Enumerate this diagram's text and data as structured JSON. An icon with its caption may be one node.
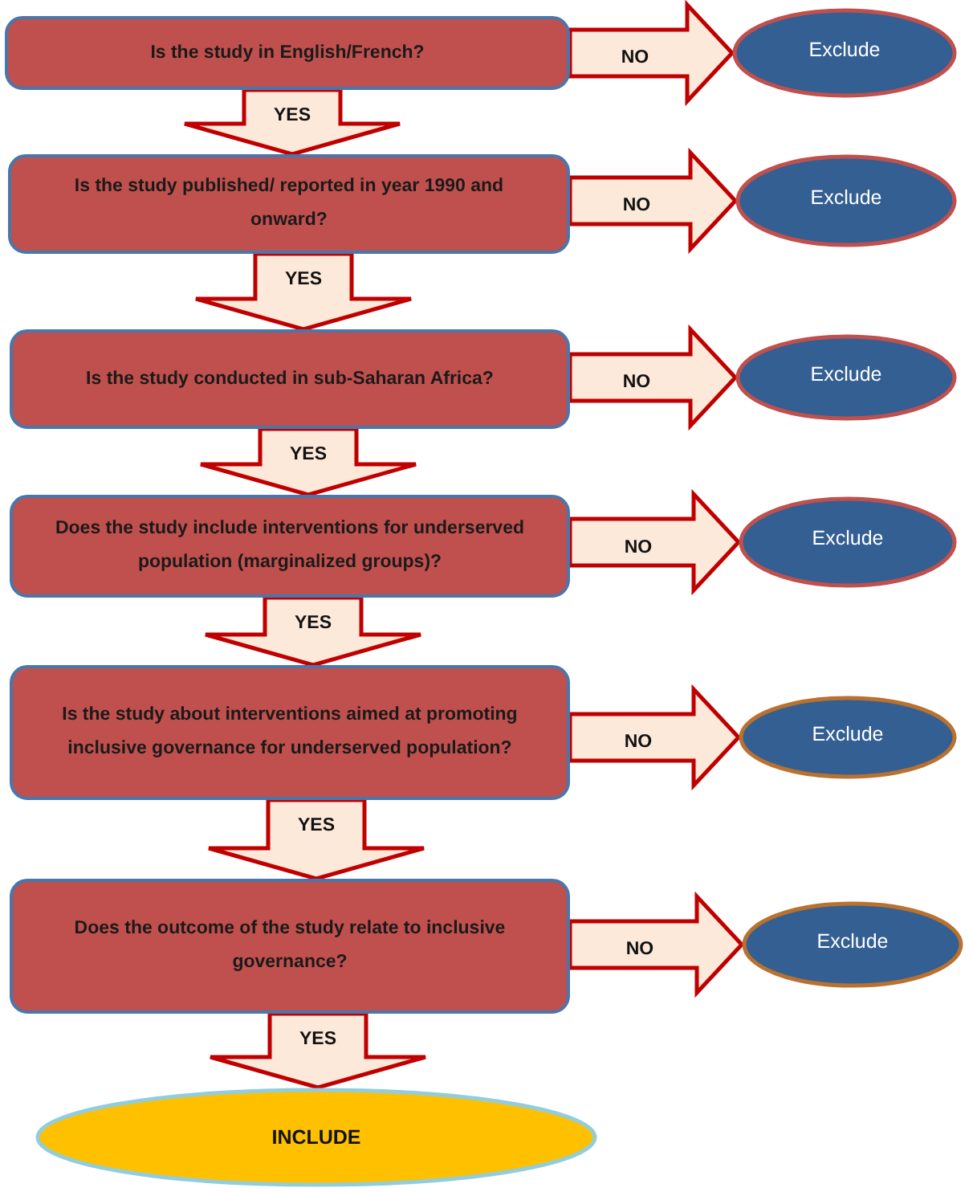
{
  "diagram": {
    "nodes": [
      {
        "text": [
          "Is the study in English/French?"
        ]
      },
      {
        "text": [
          "Exclude"
        ]
      },
      {
        "text": [
          "Is the study published/ reported in year 1990 and onward?"
        ]
      },
      {
        "text": [
          "Exclude"
        ]
      },
      {
        "text": [
          "Is the study conducted in sub-Saharan Africa?"
        ]
      },
      {
        "text": [
          "Exclude"
        ]
      },
      {
        "text": [
          "Does the study include interventions for underserved population (marginalized groups)?"
        ]
      },
      {
        "text": [
          "Exclude"
        ]
      },
      {
        "text": [
          "Is the study about interventions aimed at promoting inclusive governance for underserved population?"
        ]
      },
      {
        "text": [
          "Exclude"
        ]
      },
      {
        "text": [
          "Does the outcome of the study relate to inclusive governance?"
        ]
      },
      {
        "text": [
          "Exclude"
        ]
      },
      {
        "text": [
          "INCLUDE"
        ]
      }
    ],
    "edges": [
      {
        "from": 0,
        "to": 1,
        "arrow": "to",
        "label": "NO"
      },
      {
        "from": 0,
        "to": 2,
        "arrow": "to",
        "label": "YES"
      },
      {
        "from": 2,
        "to": 3,
        "arrow": "to",
        "label": "NO"
      },
      {
        "from": 2,
        "to": 4,
        "arrow": "to",
        "label": "YES"
      },
      {
        "from": 4,
        "to": 5,
        "arrow": "to",
        "label": "NO"
      },
      {
        "from": 4,
        "to": 6,
        "arrow": "to",
        "label": "YES"
      },
      {
        "from": 6,
        "to": 7,
        "arrow": "to",
        "label": "NO"
      },
      {
        "from": 6,
        "to": 8,
        "arrow": "to",
        "label": "YES"
      },
      {
        "from": 8,
        "to": 9,
        "arrow": "to",
        "label": "NO"
      },
      {
        "from": 8,
        "to": 10,
        "arrow": "to",
        "label": "YES"
      },
      {
        "from": 10,
        "to": 11,
        "arrow": "to",
        "label": "NO"
      },
      {
        "from": 10,
        "to": 12,
        "arrow": "to",
        "label": "YES"
      }
    ]
  }
}
